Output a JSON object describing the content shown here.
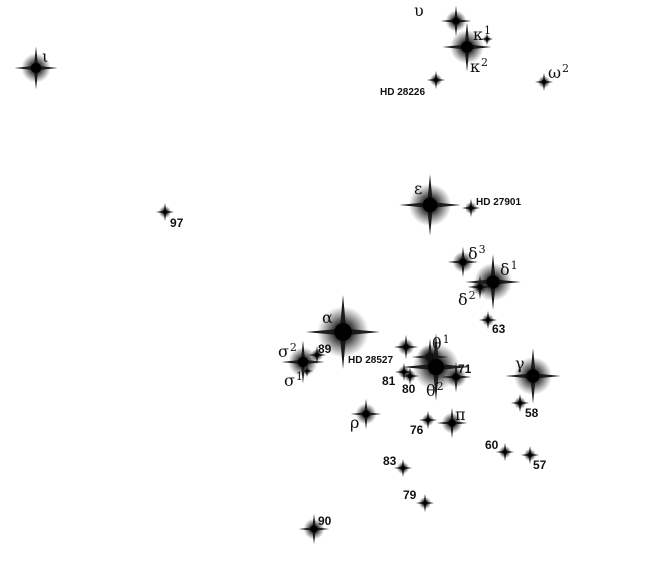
{
  "stars": [
    {
      "id": "iota",
      "label": "ι",
      "sup": "",
      "kind": "greek",
      "mag": 5
    },
    {
      "id": "upsilon",
      "label": "υ",
      "sup": "",
      "kind": "greek",
      "mag": 3
    },
    {
      "id": "kappa1",
      "label": "κ",
      "sup": "1",
      "kind": "greek",
      "mag": 6
    },
    {
      "id": "kappa2",
      "label": "κ",
      "sup": "2",
      "kind": "greek",
      "mag": 0
    },
    {
      "id": "hd28226",
      "label": "HD 28226",
      "sup": "",
      "kind": "hd",
      "mag": 1
    },
    {
      "id": "omega2",
      "label": "ω",
      "sup": "2",
      "kind": "greek",
      "mag": 1
    },
    {
      "id": "epsilon",
      "label": "ε",
      "sup": "",
      "kind": "greek",
      "mag": 8
    },
    {
      "id": "hd27901",
      "label": "HD 27901",
      "sup": "",
      "kind": "hd",
      "mag": 1
    },
    {
      "id": "s97",
      "label": "97",
      "sup": "",
      "kind": "num",
      "mag": 1
    },
    {
      "id": "delta3",
      "label": "δ",
      "sup": "3",
      "kind": "greek",
      "mag": 3
    },
    {
      "id": "delta1",
      "label": "δ",
      "sup": "1",
      "kind": "greek",
      "mag": 7
    },
    {
      "id": "delta2",
      "label": "δ",
      "sup": "2",
      "kind": "greek",
      "mag": 2
    },
    {
      "id": "s63",
      "label": "63",
      "sup": "",
      "kind": "num",
      "mag": 1
    },
    {
      "id": "alpha",
      "label": "α",
      "sup": "",
      "kind": "greek",
      "mag": 10
    },
    {
      "id": "theta1",
      "label": "θ",
      "sup": "1",
      "kind": "greek",
      "mag": 4
    },
    {
      "id": "theta2",
      "label": "θ",
      "sup": "2",
      "kind": "greek",
      "mag": 9
    },
    {
      "id": "hd28527",
      "label": "HD 28527",
      "sup": "",
      "kind": "hd",
      "mag": 2
    },
    {
      "id": "sigma2",
      "label": "σ",
      "sup": "2",
      "kind": "greek",
      "mag": 5
    },
    {
      "id": "sigma1",
      "label": "σ",
      "sup": "1",
      "kind": "greek",
      "mag": 0
    },
    {
      "id": "s89",
      "label": "89",
      "sup": "",
      "kind": "num",
      "mag": 1
    },
    {
      "id": "s81",
      "label": "81",
      "sup": "",
      "kind": "num",
      "mag": 1
    },
    {
      "id": "s80",
      "label": "80",
      "sup": "",
      "kind": "num",
      "mag": 1
    },
    {
      "id": "s71",
      "label": "71",
      "sup": "",
      "kind": "num",
      "mag": 3
    },
    {
      "id": "gamma",
      "label": "γ",
      "sup": "",
      "kind": "greek",
      "mag": 7
    },
    {
      "id": "s58",
      "label": "58",
      "sup": "",
      "kind": "num",
      "mag": 1
    },
    {
      "id": "rho",
      "label": "ρ",
      "sup": "",
      "kind": "greek",
      "mag": 3
    },
    {
      "id": "s76",
      "label": "76",
      "sup": "",
      "kind": "num",
      "mag": 1
    },
    {
      "id": "pi",
      "label": "π",
      "sup": "",
      "kind": "greek",
      "mag": 3
    },
    {
      "id": "s60",
      "label": "60",
      "sup": "",
      "kind": "num",
      "mag": 1
    },
    {
      "id": "s57",
      "label": "57",
      "sup": "",
      "kind": "num",
      "mag": 1
    },
    {
      "id": "s83",
      "label": "83",
      "sup": "",
      "kind": "num",
      "mag": 1
    },
    {
      "id": "s79",
      "label": "79",
      "sup": "",
      "kind": "num",
      "mag": 1
    },
    {
      "id": "s90",
      "label": "90",
      "sup": "",
      "kind": "num",
      "mag": 3
    }
  ]
}
